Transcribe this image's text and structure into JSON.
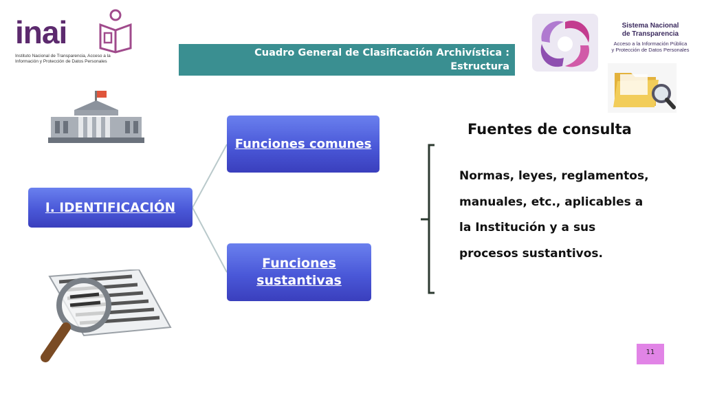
{
  "header": {
    "title_line1": "Cuadro General de Clasificación Archivística :",
    "title_line2": "Estructura"
  },
  "logos": {
    "inai": {
      "name": "inai",
      "tagline": "Instituto Nacional de Transparencia, Acceso a la Información y Protección de Datos Personales"
    },
    "snt": {
      "title_line1": "Sistema Nacional",
      "title_line2": "de Transparencia",
      "sub_line1": "Acceso a la Información Pública",
      "sub_line2": "y Protección de Datos Personales"
    }
  },
  "diagram": {
    "root": "I. IDENTIFICACIÓN",
    "branch_1": "Funciones comunes",
    "branch_2": "Funciones sustantivas"
  },
  "sources": {
    "title": "Fuentes de consulta",
    "line1": "Normas, leyes, reglamentos,",
    "line2": "manuales, etc., aplicables a",
    "line3": "la Institución y a sus",
    "line4": "procesos sustantivos."
  },
  "page_number": "11",
  "icons": [
    "building-icon",
    "folder-search-icon",
    "document-magnifier-icon",
    "bracket-icon"
  ],
  "colors": {
    "title_bar": "#3a8f91",
    "box_blue": "#4a58d8",
    "page_badge": "#e184e6",
    "inai_purple": "#5c2a6e"
  }
}
